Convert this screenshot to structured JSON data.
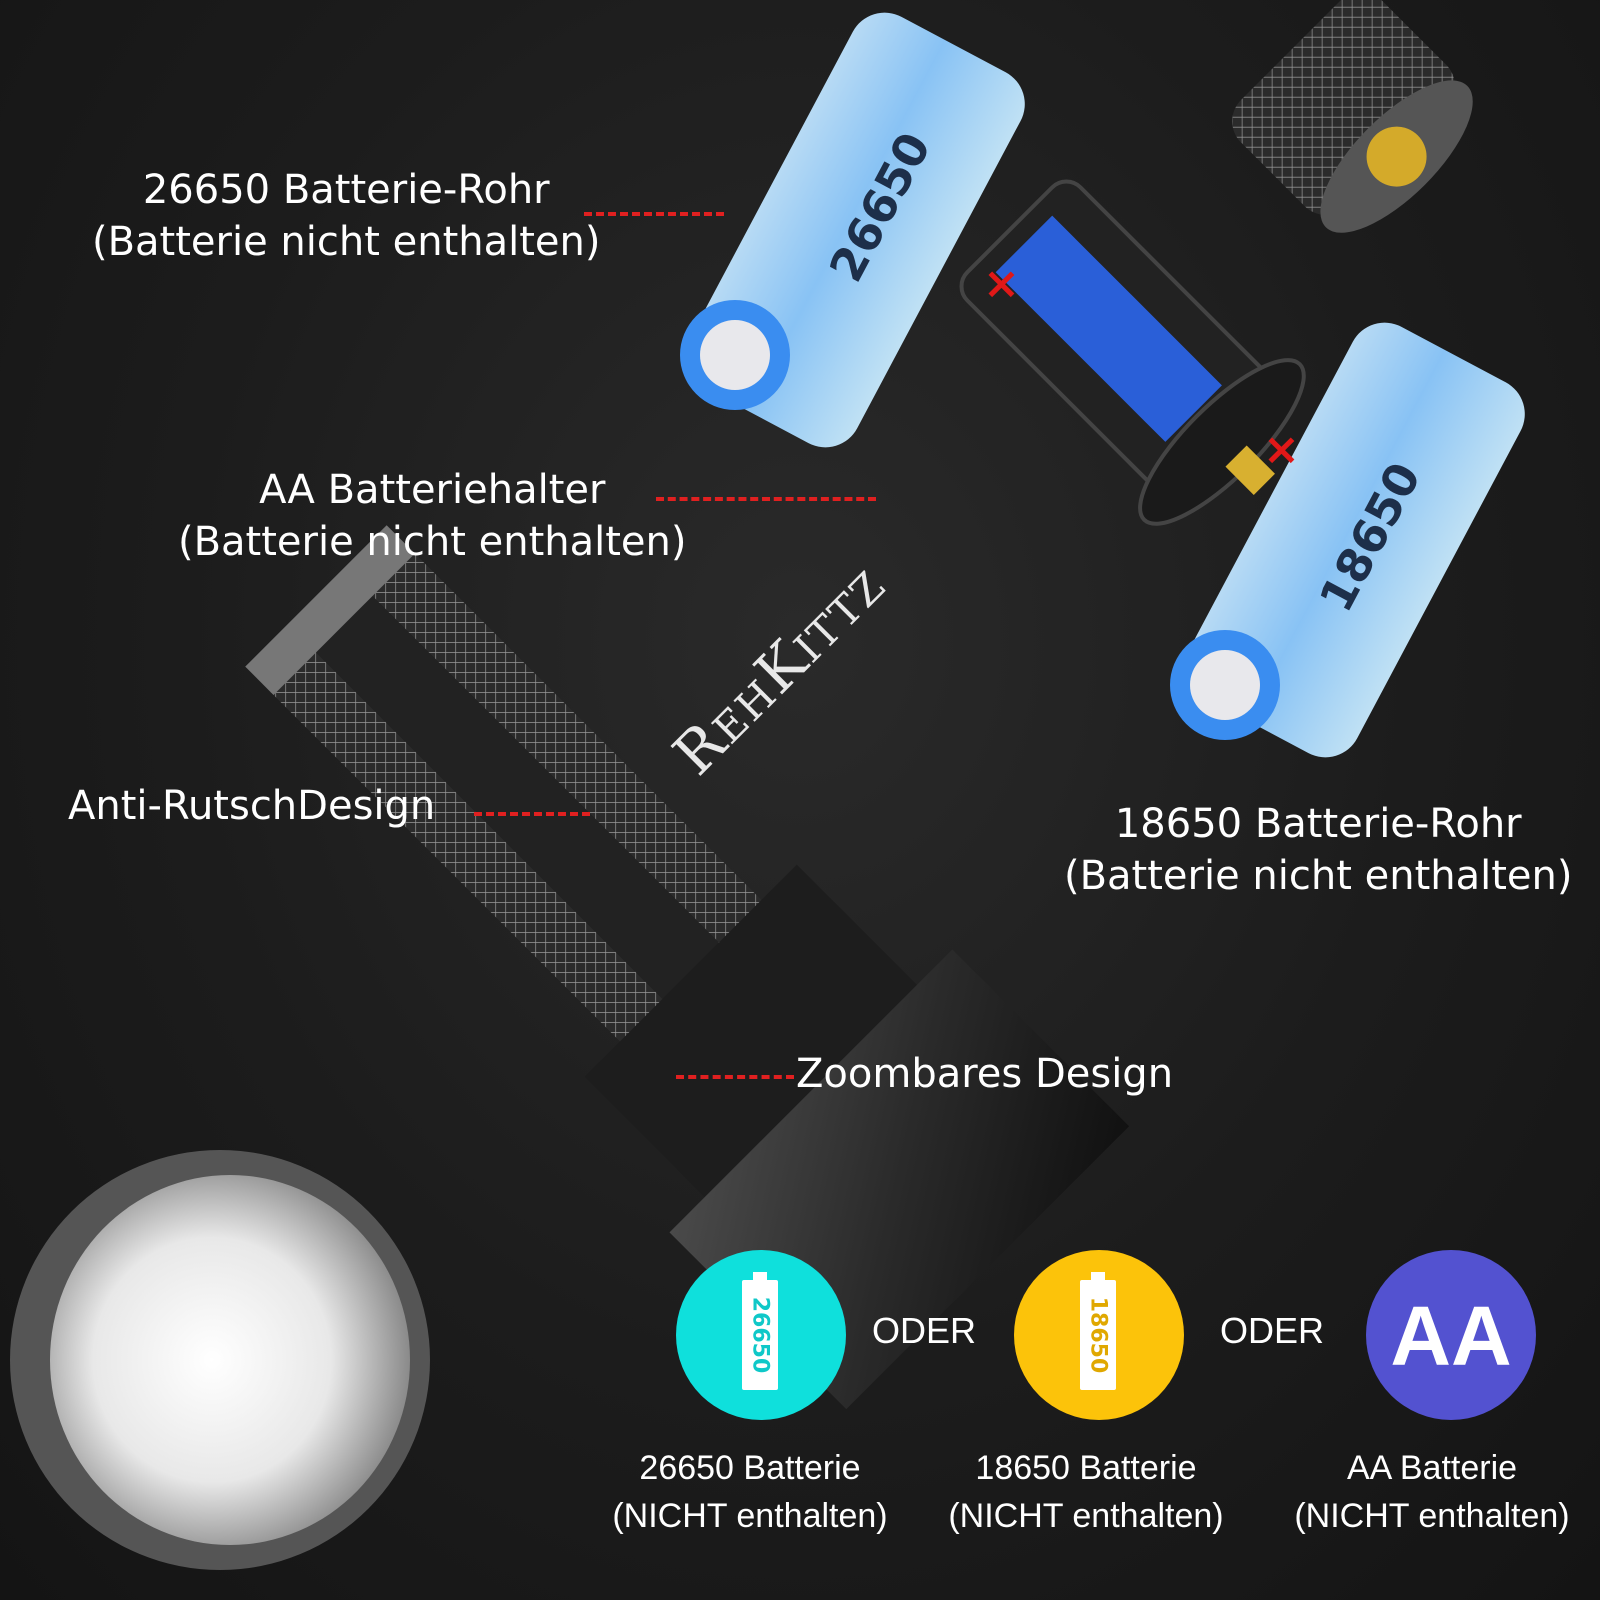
{
  "brand": "RehKittz",
  "callouts": {
    "tube_26650": {
      "line1": "26650 Batterie-Rohr",
      "line2": "(Batterie nicht enthalten)"
    },
    "aa_holder": {
      "line1": "AA Batteriehalter",
      "line2": "(Batterie nicht enthalten)"
    },
    "anti_slip": {
      "line1": "Anti-RutschDesign"
    },
    "tube_18650": {
      "line1": "18650 Batterie-Rohr",
      "line2": "(Batterie nicht enthalten)"
    },
    "zoom": {
      "line1": "Zoombares Design"
    }
  },
  "cells": {
    "left": {
      "label": "26650"
    },
    "right": {
      "label": "18650"
    }
  },
  "x_marks": [
    "×",
    "×"
  ],
  "battery_options": [
    {
      "icon_label": "26650",
      "color": "#0fe0dc",
      "caption1": "26650 Batterie",
      "caption2": "(NICHT enthalten)"
    },
    {
      "icon_label": "18650",
      "color": "#fcc30a",
      "caption1": "18650 Batterie",
      "caption2": "(NICHT enthalten)"
    },
    {
      "icon_label": "AA",
      "color": "#5352d0",
      "caption1": "AA Batterie",
      "caption2": "(NICHT enthalten)"
    }
  ],
  "separator": "ODER",
  "colors": {
    "dash": "#e02020",
    "background": "#1c1c1c"
  }
}
